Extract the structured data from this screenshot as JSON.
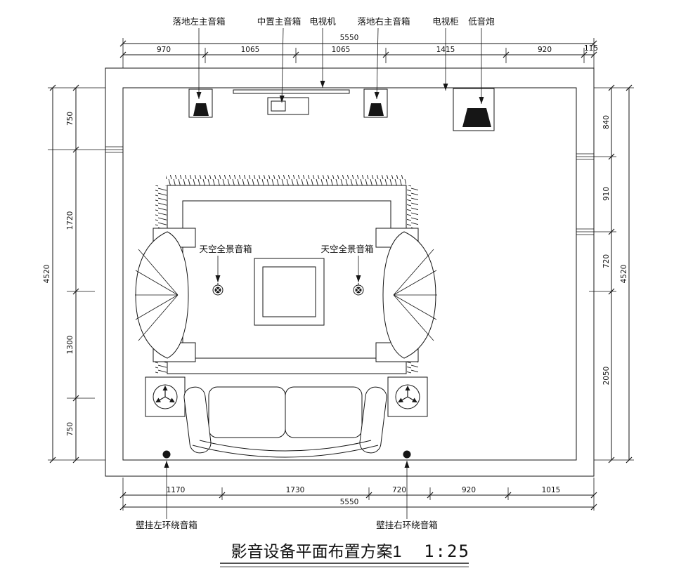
{
  "title": {
    "text": "影音设备平面布置方案1",
    "scale": "1:25"
  },
  "callouts": {
    "floor_left_main_speaker": "落地左主音箱",
    "center_main_speaker": "中置主音箱",
    "tv": "电视机",
    "floor_right_main_speaker": "落地右主音箱",
    "tv_cabinet": "电视柜",
    "subwoofer": "低音炮",
    "ceiling_speaker": "天空全景音箱",
    "wall_left_surround_speaker": "壁挂左环绕音箱",
    "wall_right_surround_speaker": "壁挂右环绕音箱"
  },
  "dimensions": {
    "top_overall": "5550",
    "top_segments": [
      "970",
      "1065",
      "1065",
      "1415",
      "920",
      "115"
    ],
    "bottom_overall": "5550",
    "bottom_segments": [
      "1170",
      "1730",
      "720",
      "920",
      "1015"
    ],
    "left_overall": "4520",
    "left_segments": [
      "750",
      "1720",
      "1300",
      "750"
    ],
    "right_overall": "4520",
    "right_segments": [
      "840",
      "910",
      "720",
      "2050"
    ]
  }
}
